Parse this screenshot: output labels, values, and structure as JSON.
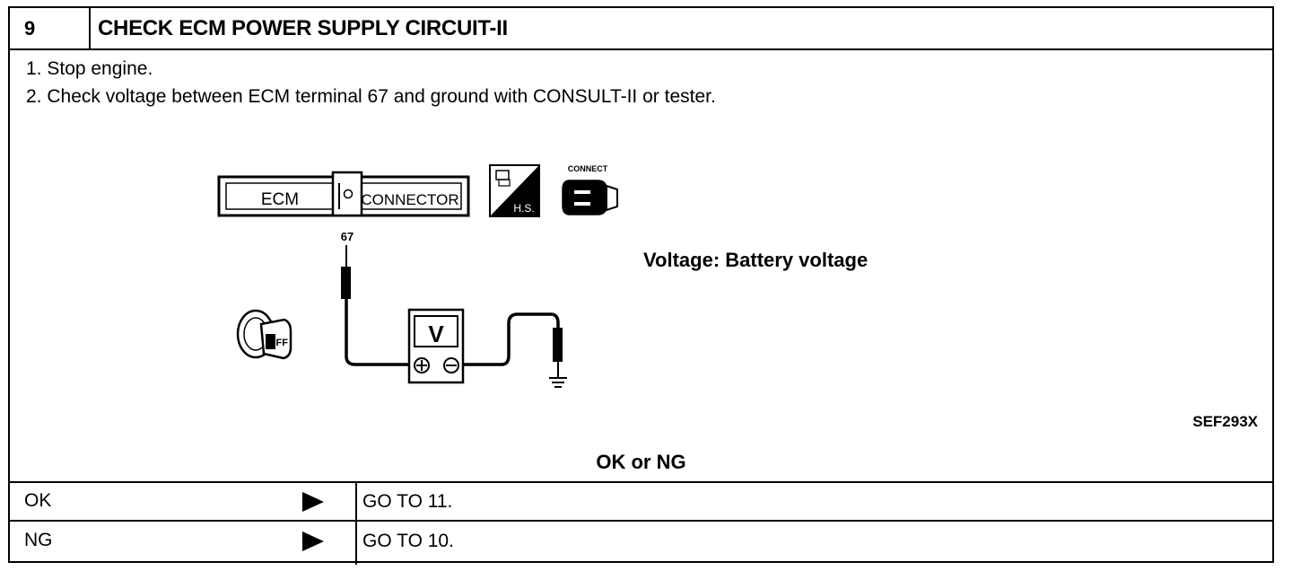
{
  "header": {
    "step_number": "9",
    "title": "CHECK ECM POWER SUPPLY CIRCUIT-II"
  },
  "instructions": [
    "1. Stop engine.",
    "2. Check voltage between ECM terminal 67 and ground with CONSULT-II or tester."
  ],
  "diagram": {
    "ecm_label": "ECM",
    "connector_label": "CONNECTOR",
    "terminal": "67",
    "hs_label": "H.S.",
    "connect_label": "CONNECT",
    "ignition_label": "OFF",
    "meter_label": "V",
    "spec": "Voltage: Battery voltage",
    "figure_id": "SEF293X"
  },
  "result_heading": "OK or NG",
  "results": [
    {
      "label": "OK",
      "action": "GO TO 11."
    },
    {
      "label": "NG",
      "action": "GO TO 10."
    }
  ]
}
